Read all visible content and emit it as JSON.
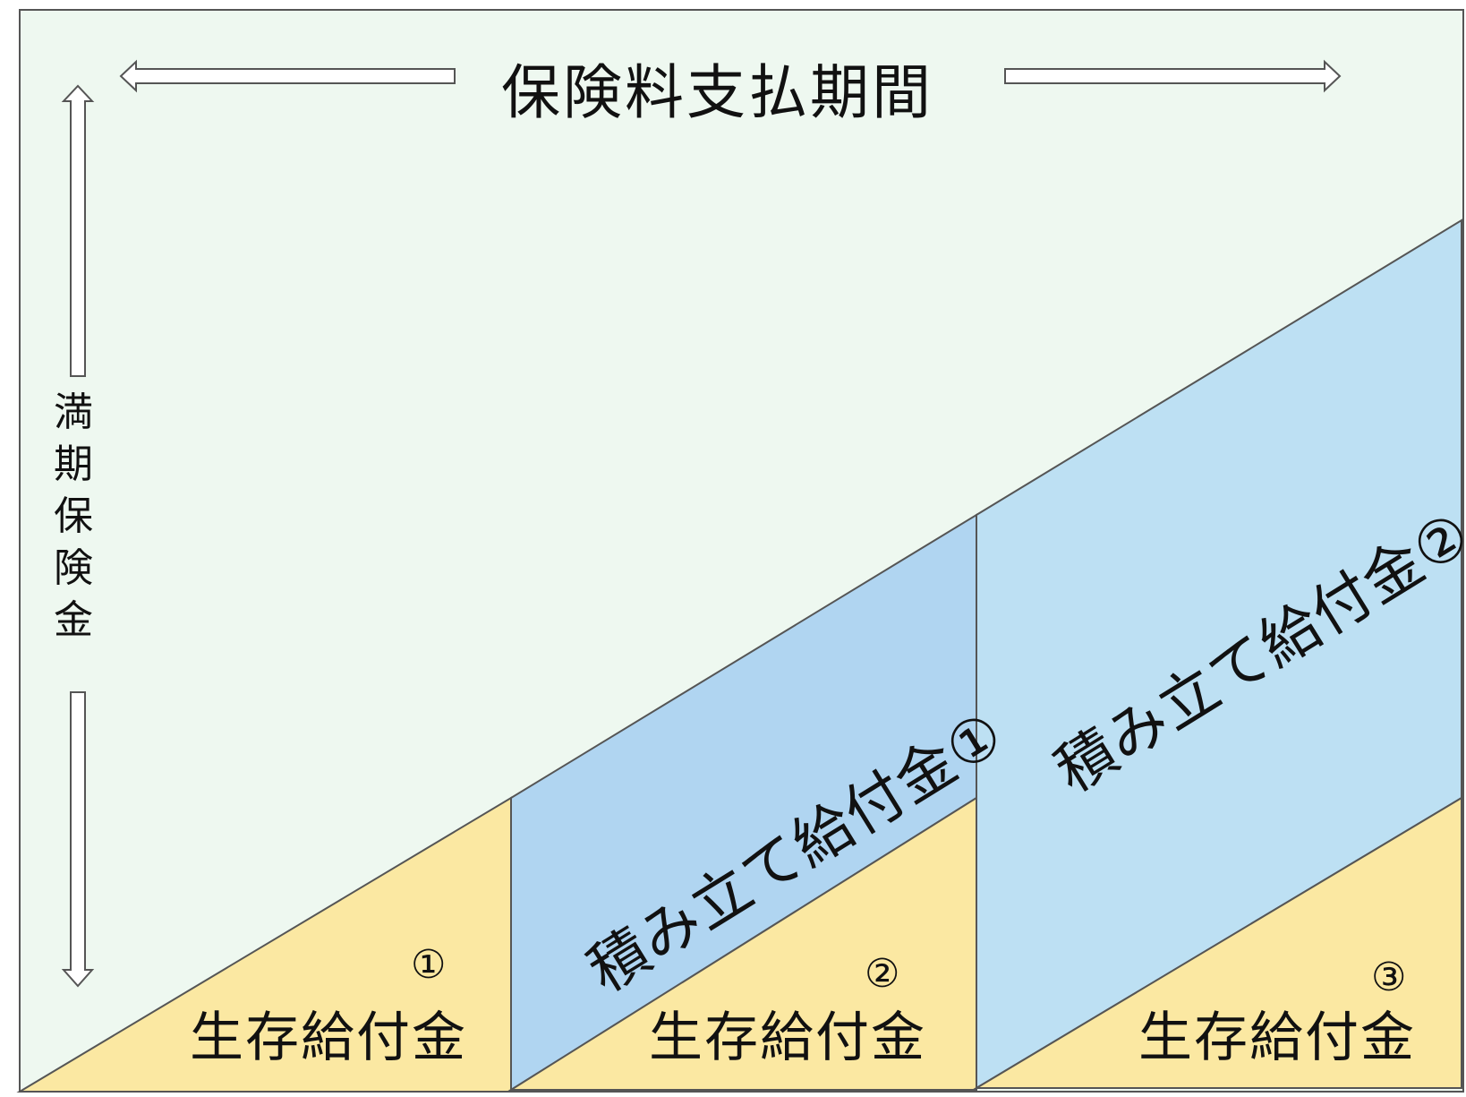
{
  "diagram": {
    "title": "保険料支払期間",
    "vertical_label": [
      "満",
      "期",
      "保",
      "険",
      "金"
    ],
    "survival_benefits": [
      {
        "label": "生存給付金",
        "number": "①"
      },
      {
        "label": "生存給付金",
        "number": "②"
      },
      {
        "label": "生存給付金",
        "number": "③"
      }
    ],
    "accumulated_benefits": [
      {
        "label": "積み立て給付金①"
      },
      {
        "label": "積み立て給付金②"
      }
    ],
    "colors": {
      "background": "#eef8f0",
      "triangle_fill": "#fbe8a2",
      "band1_fill": "#b0d5f1",
      "band2_fill": "#bde0f3",
      "line": "#555555"
    }
  }
}
